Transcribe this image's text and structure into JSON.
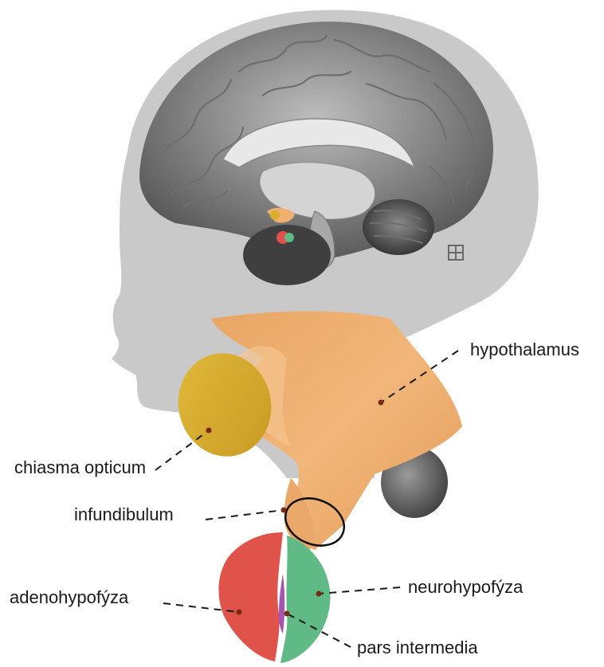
{
  "labels": {
    "hypothalamus": "hypothalamus",
    "chiasma": "chiasma opticum",
    "infundibulum": "infundibulum",
    "adenohypofyza": "adenohypofýza",
    "neurohypofyza": "neurohypofýza",
    "pars_intermedia": "pars intermedia"
  },
  "colors": {
    "head_silhouette": "#c9c9c9",
    "brain_dark": "#4a4a4a",
    "brain_light": "#bdbdbd",
    "hypothalamus": "#f0b072",
    "chiasma": "#d9ad2e",
    "adenohypofyza": "#e0534b",
    "neurohypofyza": "#5fba86",
    "pars_intermedia": "#a554b0"
  }
}
